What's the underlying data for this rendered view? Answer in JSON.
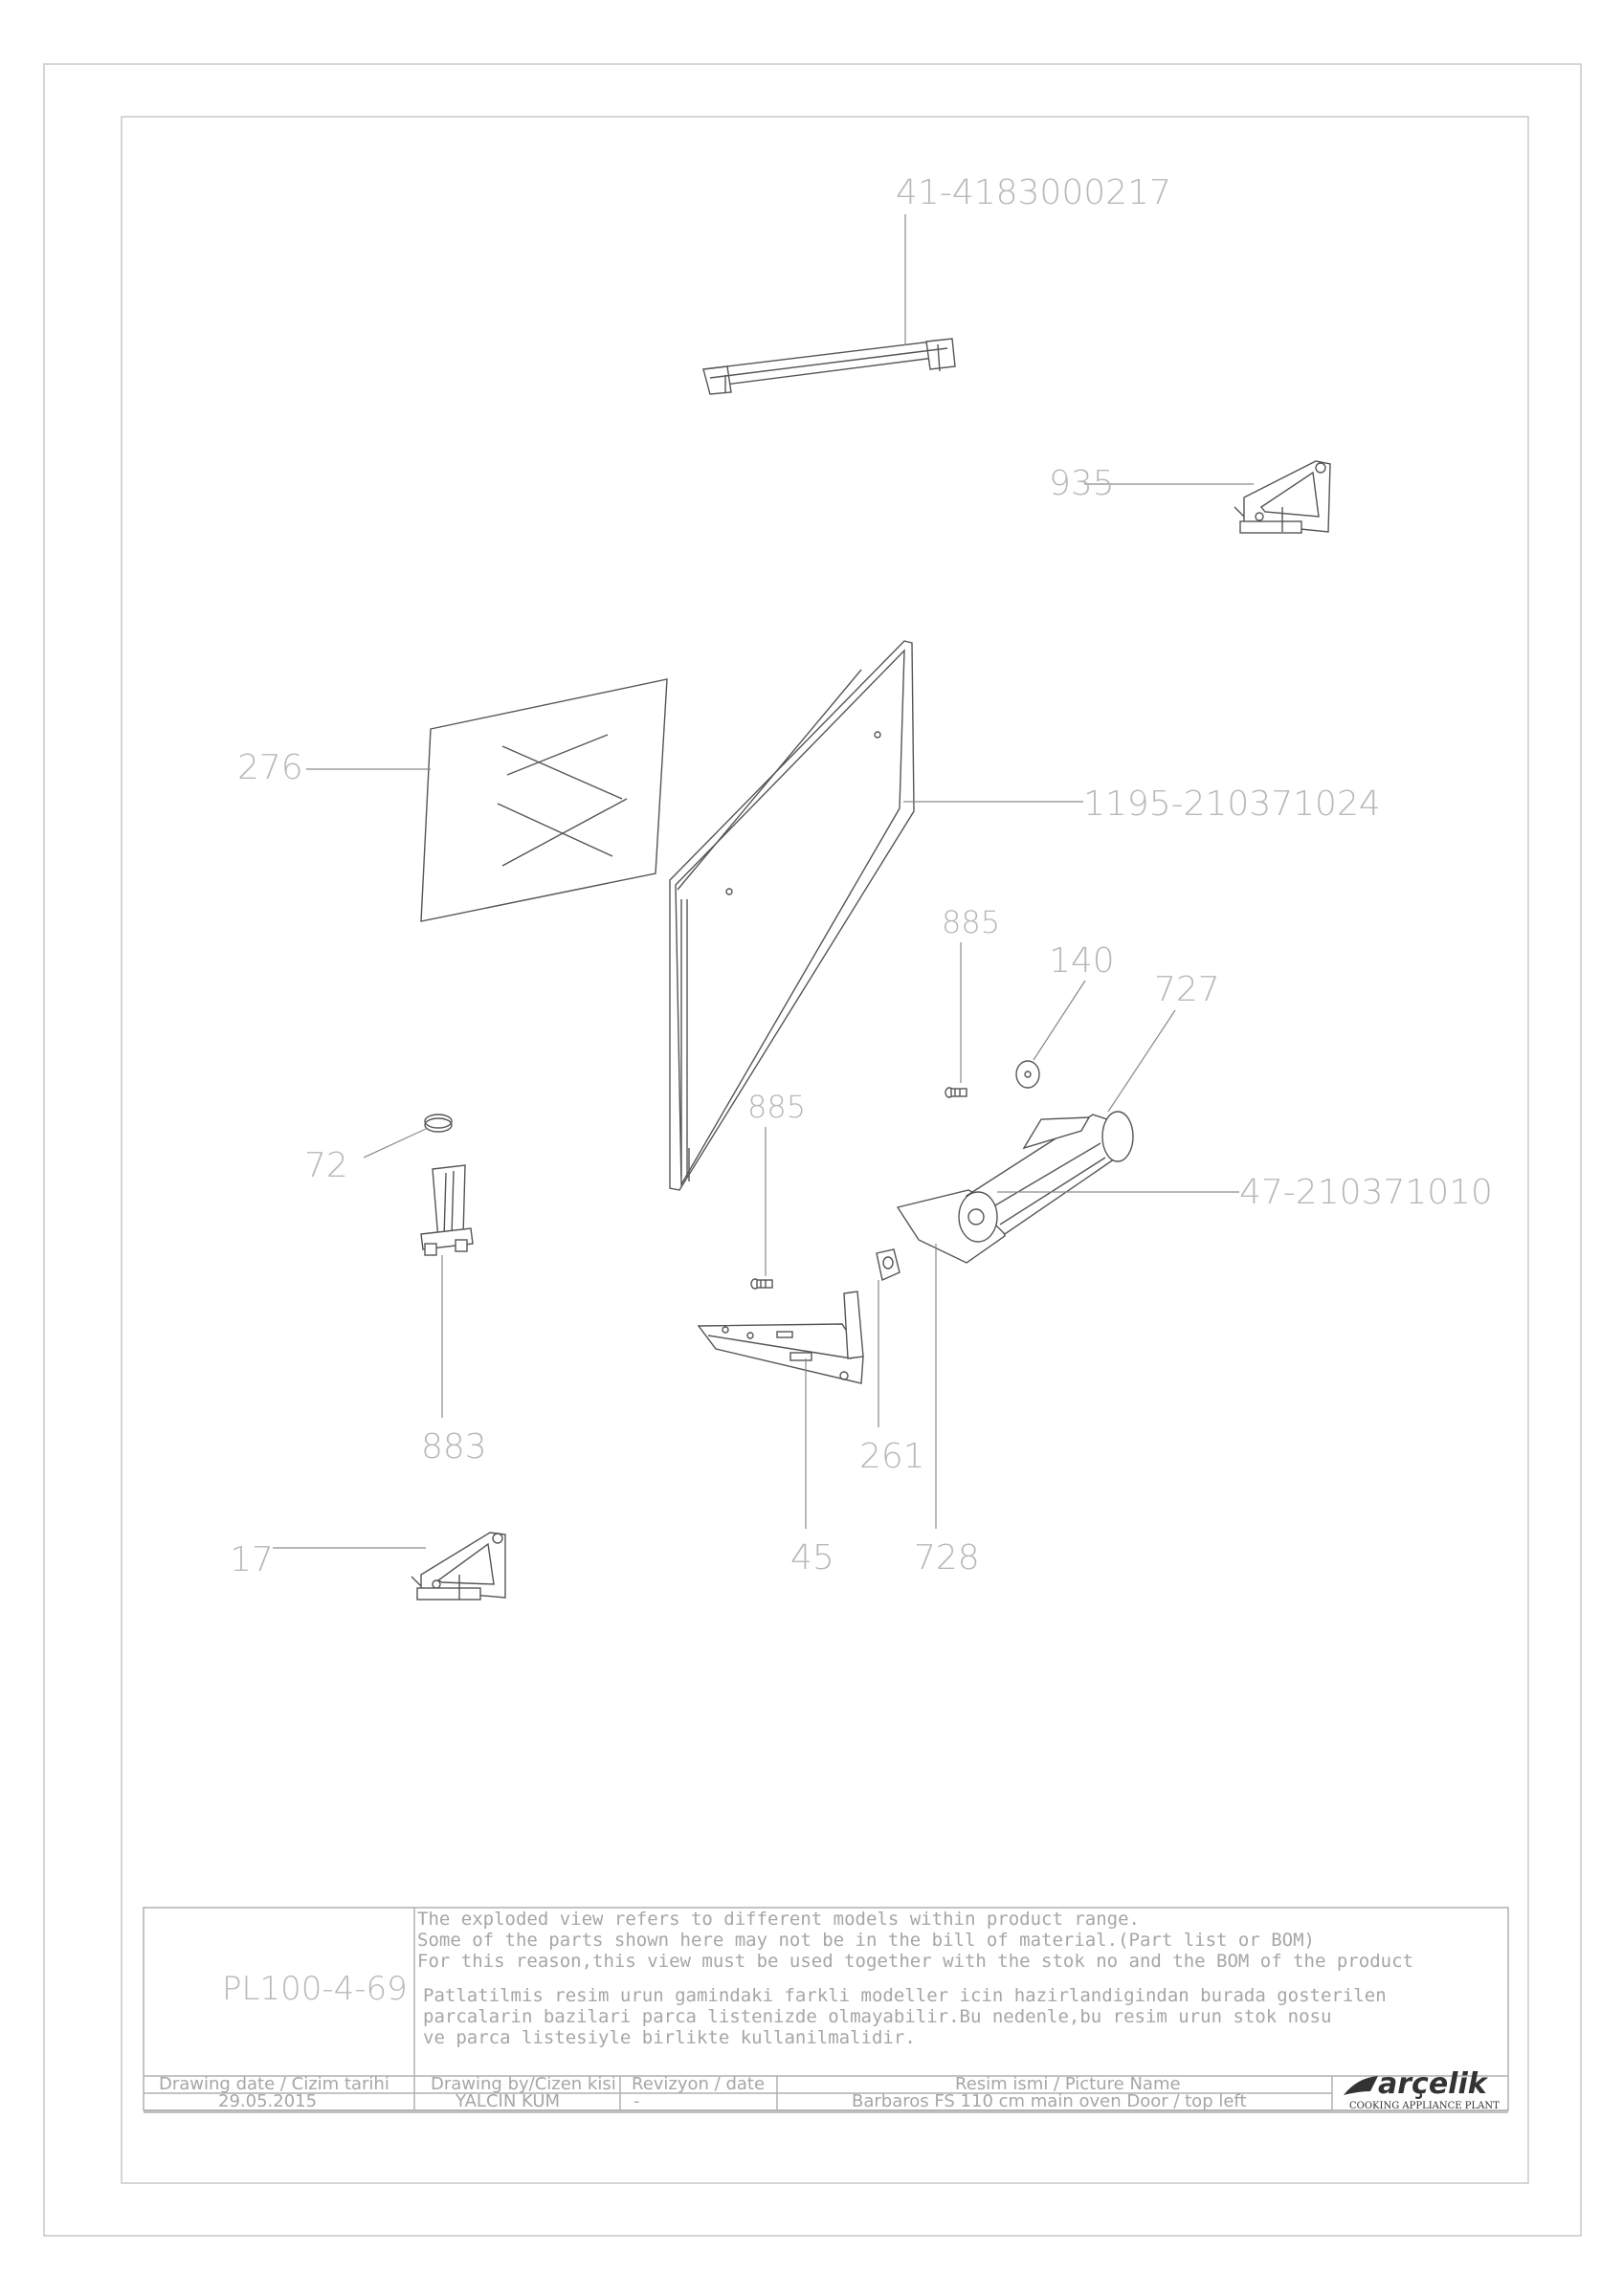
{
  "part_labels": {
    "p41": "41-4183000217",
    "p935": "935",
    "p276": "276",
    "p1195": "1195-210371024",
    "p885a": "885",
    "p140": "140",
    "p727": "727",
    "p885b": "885",
    "p47": "47-210371010",
    "p72": "72",
    "p883": "883",
    "p261": "261",
    "p45": "45",
    "p728": "728",
    "p17": "17"
  },
  "title_block": {
    "drawing_no": "PL100-4-69",
    "note_en_1": "The exploded view refers to different models within product range.",
    "note_en_2": "Some of the parts shown here may not be in the bill of material.(Part list or BOM)",
    "note_en_3": "For this reason,this view must be used together with the stok no and the BOM of the product",
    "note_tr_1": "Patlatilmis resim urun gamindaki farkli modeller icin hazirlandigindan burada gosterilen",
    "note_tr_2": "parcalarin bazilari parca listenizde olmayabilir.Bu nedenle,bu resim urun stok nosu",
    "note_tr_3": "ve parca listesiyle birlikte kullanilmalidir.",
    "head_date": "Drawing date / Cizim tarihi",
    "head_by": "Drawing by/Cizen kisi",
    "head_rev": "Revizyon / date",
    "head_name": "Resim ismi / Picture Name",
    "val_date": "29.05.2015",
    "val_by": "YALCIN KUM",
    "val_rev": "-",
    "val_name": "Barbaros FS 110 cm main oven Door / top left",
    "logo_text": "arçelik",
    "logo_sub": "COOKING APPLIANCE PLANT"
  }
}
